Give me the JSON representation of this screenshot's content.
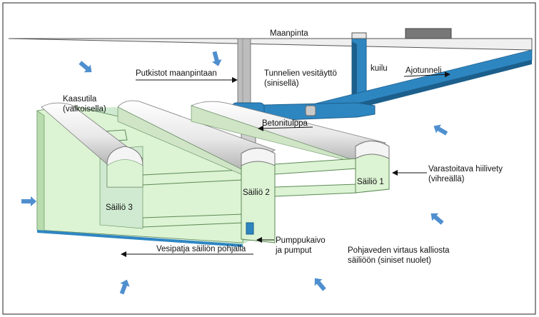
{
  "labels": {
    "ground_surface": "Maanpinta",
    "piping_to_surface": "Putkistot maanpintaan",
    "tunnel_water_filling_1": "Tunnelien vesitäyttö",
    "tunnel_water_filling_2": "(sinisellä)",
    "shaft": "kuilu",
    "drive_tunnel": "Ajotunneli",
    "gas_space_1": "Kaasutila",
    "gas_space_2": "(valkoisella)",
    "concrete_plug": "Betonitulppa",
    "stored_hydrocarbon_1": "Varastoitava hiilivety",
    "stored_hydrocarbon_2": "(vihreällä)",
    "tank_1": "Säiliö 1",
    "tank_2": "Säiliö 2",
    "tank_3": "Säiliö 3",
    "pump_well_1": "Pumppukaivo",
    "pump_well_2": "ja pumput",
    "water_bed": "Vesipatja säiliön pohjalla",
    "groundwater_flow_1": "Pohjaveden virtaus kalliosta",
    "groundwater_flow_2": "säiliöön (siniset nuolet)"
  },
  "colors": {
    "tank_green": "#dcf3d4",
    "tank_green_dark": "#b9dcae",
    "tunnel_blue": "#2e86c1",
    "tunnel_blue_dark": "#1c5f8c",
    "groundwater_arrow": "#4f8fcf",
    "gas_white": "#f4f4f4",
    "gas_shade": "#c9c9c9"
  }
}
